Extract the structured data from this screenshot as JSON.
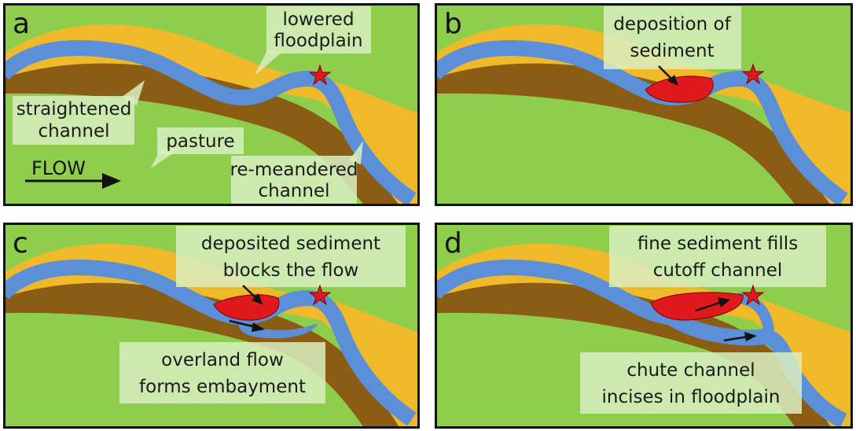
{
  "colors": {
    "pasture": "#8fce4c",
    "floodplain": "#efb92a",
    "bank": "#8a5c14",
    "channel": "#5b8fd8",
    "sediment": "#e0191e",
    "star": "#e0191e",
    "callout": "#d8efc0",
    "border": "#111111"
  },
  "icons": {
    "site_marker": "star-icon",
    "flow_arrow": "arrow-right-icon"
  },
  "panels": [
    {
      "id": "a",
      "letter": "a",
      "labels": {
        "lowered": [
          "lowered",
          "floodplain"
        ],
        "straightened": [
          "straightened",
          "channel"
        ],
        "pasture": [
          "pasture"
        ],
        "remeandered": [
          "re-meandered",
          "channel"
        ],
        "flow": "FLOW"
      }
    },
    {
      "id": "b",
      "letter": "b",
      "labels": {
        "deposition": [
          "deposition of",
          "sediment"
        ]
      }
    },
    {
      "id": "c",
      "letter": "c",
      "labels": {
        "blocks": [
          "deposited sediment",
          "blocks the flow"
        ],
        "overland": [
          "overland flow",
          "forms embayment"
        ]
      }
    },
    {
      "id": "d",
      "letter": "d",
      "labels": {
        "fills": [
          "fine sediment fills",
          "cutoff channel"
        ],
        "chute": [
          "chute channel",
          "incises in floodplain"
        ]
      }
    }
  ]
}
